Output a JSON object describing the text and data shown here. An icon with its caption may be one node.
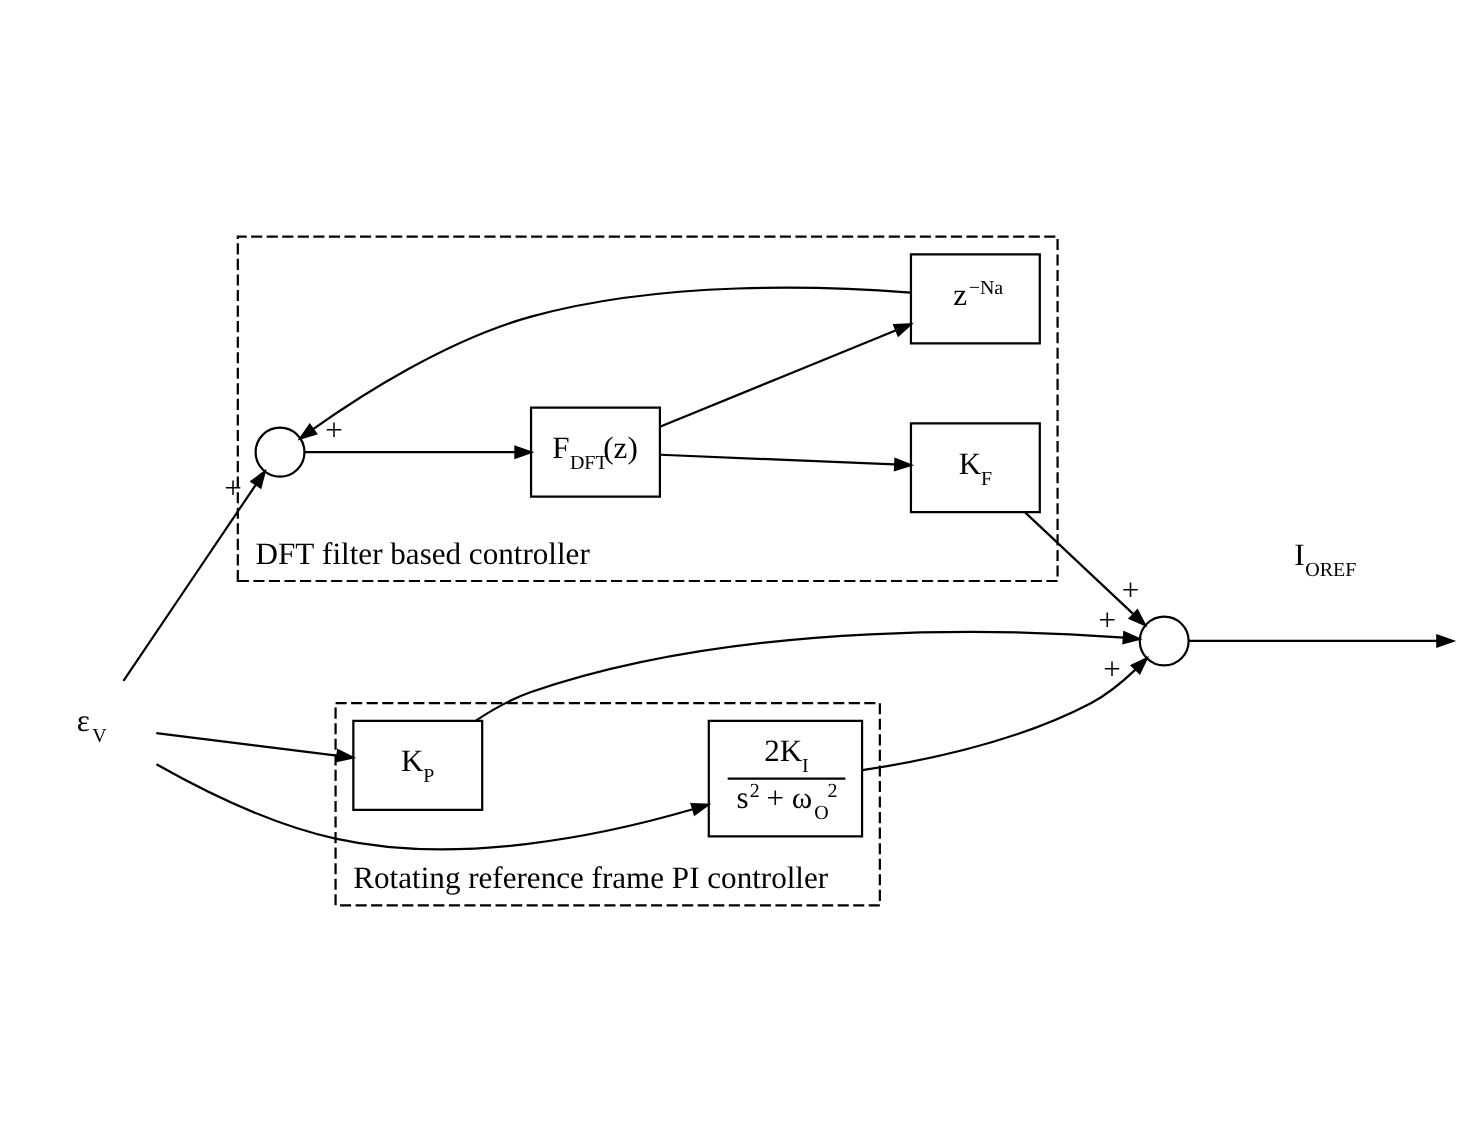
{
  "diagram": {
    "nodes": [
      {
        "text": [
          "ε$_{V}$"
        ]
      },
      {
        "text": [
          "Rotating reference frame PI controller"
        ]
      },
      {
        "text": [
          "K$_{P}$"
        ],
        "in": 1
      },
      {
        "text": [
          "2K$_{I}$",
          "s$^{2}$ + ω$_{O}$$^{2}$"
        ],
        "in": 1
      },
      {
        "text": [],
        "shape": "circle"
      },
      {
        "text": [
          "DFT filter based controller"
        ]
      },
      {
        "text": [],
        "shape": "circle",
        "in": 5
      },
      {
        "text": [
          "F$_{DFT}$(z)"
        ],
        "in": 5
      },
      {
        "text": [
          "K$_{F}$"
        ],
        "in": 5
      },
      {
        "text": [
          "z$^{−Na}$"
        ],
        "in": 5
      }
    ],
    "edges": [
      {
        "from": 0,
        "to": 2,
        "arrow": "to"
      },
      {
        "from": 0,
        "to": 3,
        "arrow": "to"
      },
      {
        "from": 0,
        "to": 6,
        "arrow": "to",
        "label": "+"
      },
      {
        "from": 2,
        "to": 4,
        "arrow": "to",
        "label": "+"
      },
      {
        "from": 3,
        "to": 4,
        "arrow": "to",
        "label": "+"
      },
      {
        "from": 8,
        "to": 4,
        "arrow": "to",
        "label": "+"
      },
      {
        "from": 4,
        "to": null,
        "arrow": "to",
        "label": "I$_{OREF}$"
      },
      {
        "from": 6,
        "to": 7,
        "arrow": "to"
      },
      {
        "from": 7,
        "to": 8,
        "arrow": "to"
      },
      {
        "from": 7,
        "to": 9,
        "arrow": "to"
      },
      {
        "from": 9,
        "to": 6,
        "arrow": "to",
        "label": "+"
      }
    ]
  }
}
